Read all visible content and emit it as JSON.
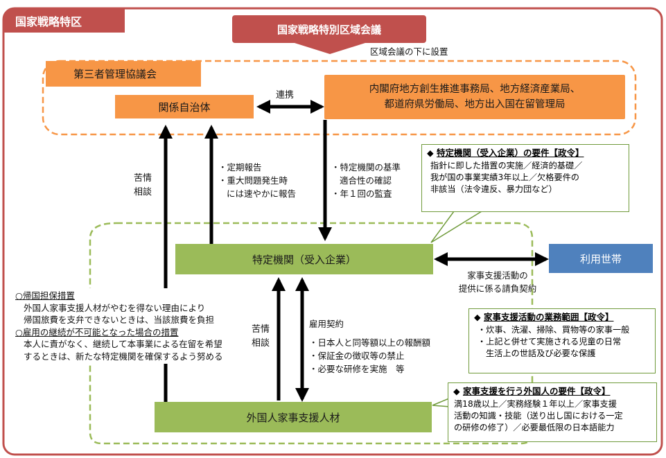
{
  "zone_label": "国家戦略特区",
  "council": {
    "title": "国家戦略特別区域会議",
    "note": "区域会議の下に設置"
  },
  "third_party_council": "第三者管理協議会",
  "local_government": "関係自治体",
  "partnership_label": "連携",
  "agencies": {
    "line1": "内閣府地方創生推進事務局、地方経済産業局、",
    "line2": "都道府県労働局、地方出入国在留管理局"
  },
  "complaint_label_upper": {
    "line1": "苦情",
    "line2": "相談"
  },
  "report_label": {
    "line1": "・定期報告",
    "line2": "・重大問題発生時",
    "line3": "には速やかに報告"
  },
  "check_label": {
    "line1": "・特定機関の基準",
    "line2": "適合性の確認",
    "line3": "・年１回の監査"
  },
  "requirements_company": {
    "title_mark": "◆ ",
    "title": "特定機関（受入企業）の要件【政令】",
    "line1": "指針に即した措置の実施／経済的基礎／",
    "line2": "我が国の事業実績3年以上／欠格要件の",
    "line3": "非該当（法令違反、暴力団など）"
  },
  "specified_org": "特定機関（受入企業）",
  "household": "利用世帯",
  "contract_label": {
    "line1": "家事支援活動の",
    "line2": "提供に係る請負契約"
  },
  "scope": {
    "title_mark": "◆ ",
    "title": "家事支援活動の業務範囲【政令】",
    "line1": "・炊事、洗濯、掃除、買物等の家事一般",
    "line2": "・上記と併せて実施される児童の日常",
    "line3": "生活上の世話及び必要な保護"
  },
  "return_measures": {
    "heading1": "○帰国担保措置",
    "line1": "外国人家事支援人材がやむを得ない理由により",
    "line2": "帰国旅費を支弁できないときは、当該旅費を負担",
    "heading2": "○雇用の継続が不可能となった場合の措置",
    "line3": "本人に責がなく、継続して本事業による在留を希望",
    "line4": "するときは、新たな特定機関を確保するよう努める"
  },
  "complaint_label_lower": {
    "line1": "苦情",
    "line2": "相談"
  },
  "employment": {
    "title": "雇用契約",
    "line1": "・日本人と同等額以上の報酬額",
    "line2": "・保証金の徴収等の禁止",
    "line3": "・必要な研修を実施　等"
  },
  "worker": "外国人家事支援人材",
  "worker_requirements": {
    "title_mark": "◆ ",
    "title": "家事支援を行う外国人の要件【政令】",
    "line1": "満18歳以上／実務経験１年以上／家事支援",
    "line2": "活動の知識・技能（送り出し国における一定",
    "line3": "の研修の修了）／必要最低限の日本語能力"
  },
  "colors": {
    "zone_border": "#c0504d",
    "council": "#c0504d",
    "orange_box": "#f79646",
    "green_box": "#9bbb59",
    "blue_box": "#4f81bd"
  }
}
